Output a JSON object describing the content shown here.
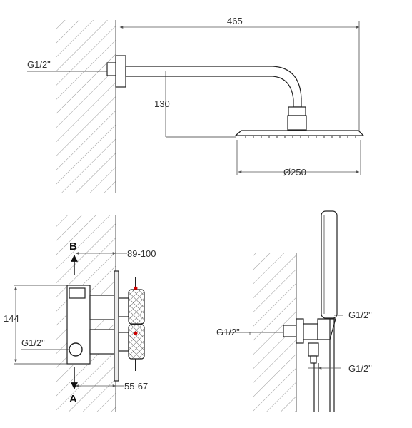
{
  "dimensions": {
    "arm_length": "465",
    "arm_drop": "130",
    "head_diameter": "Ø250",
    "thread_arm": "G1/2\"",
    "valve_depth": "89-100",
    "valve_height": "144",
    "thread_valve": "G1/2\"",
    "valve_protrusion": "55-67",
    "thread_holder_in": "G1/2\"",
    "thread_holder_out_top": "G1/2\"",
    "thread_holder_out_bottom": "G1/2\""
  },
  "outlets": {
    "top": "B",
    "bottom": "A"
  }
}
